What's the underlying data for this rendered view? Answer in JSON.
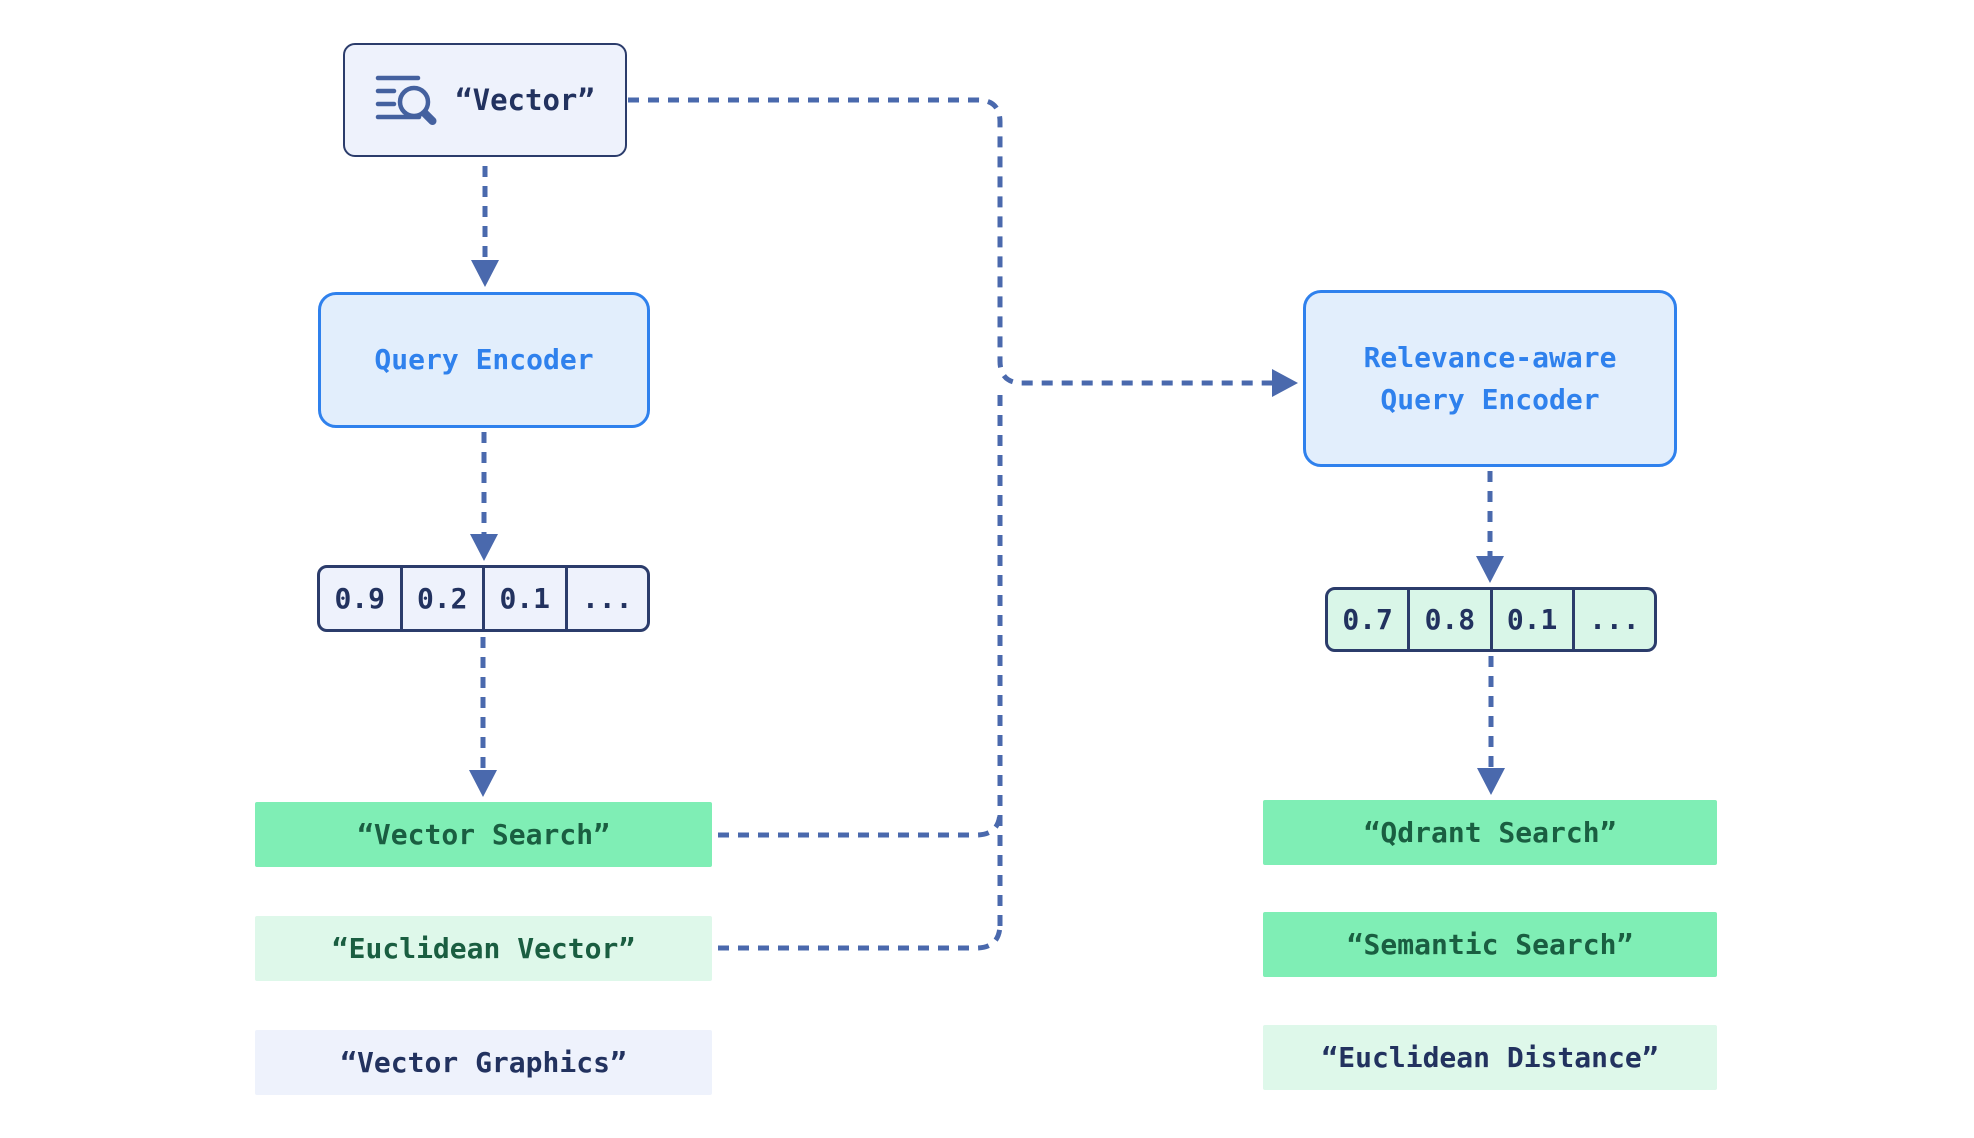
{
  "colors": {
    "dash_blue": "#4a69ad",
    "navy_border": "#2b3c6b",
    "navy_text": "#22325f",
    "bright_blue": "#2f81ed",
    "encoder_fill": "#e2eefc",
    "panel_fill": "#eef2fc",
    "mint_fill": "#d9f6e8",
    "green_fill": "#7feeb5",
    "green_text": "#1a5e41",
    "light_green_fill": "#def8ea",
    "icon_blue": "#44619f",
    "background": "#ffffff"
  },
  "query": {
    "icon": "list-search-icon",
    "text": "“Vector”"
  },
  "left": {
    "encoder_label": "Query Encoder",
    "vector_cells": [
      "0.9",
      "0.2",
      "0.1",
      "..."
    ],
    "results": [
      {
        "label": "“Vector Search”",
        "highlight": "green"
      },
      {
        "label": "“Euclidean Vector”",
        "highlight": "light-green"
      },
      {
        "label": "“Vector Graphics”",
        "highlight": "lavender"
      }
    ]
  },
  "right": {
    "encoder_line1": "Relevance-aware",
    "encoder_line2": "Query Encoder",
    "vector_cells": [
      "0.7",
      "0.8",
      "0.1",
      "..."
    ],
    "results": [
      {
        "label": "“Qdrant Search”",
        "highlight": "green"
      },
      {
        "label": "“Semantic Search”",
        "highlight": "green"
      },
      {
        "label": "“Euclidean Distance”",
        "highlight": "light-green"
      }
    ]
  }
}
